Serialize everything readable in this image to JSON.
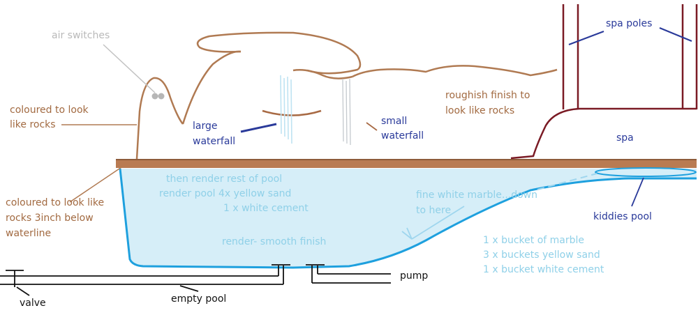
{
  "labels": {
    "air_switches": "air switches",
    "coloured_rocks_line1": "coloured to look",
    "coloured_rocks_line2": "like rocks",
    "large_waterfall_line1": "large",
    "large_waterfall_line2": "waterfall",
    "small_waterfall_line1": "small",
    "small_waterfall_line2": "waterfall",
    "roughish_line1": "roughish finish to",
    "roughish_line2": "look like rocks",
    "spa_poles": "spa poles",
    "spa": "spa",
    "render_rest": "then render rest of pool",
    "render_sand": "render pool 4x yellow sand",
    "render_cement": "1 x white cement",
    "coloured_below_line1": "coloured to look like",
    "coloured_below_line2": "rocks 3inch below",
    "coloured_below_line3": "waterline",
    "render_smooth": "render- smooth finish",
    "fine_marble_line1": "fine white marble...down",
    "fine_marble_line2": "to here",
    "kiddies_pool": "kiddies pool",
    "mix_marble": "1 x bucket of marble",
    "mix_sand": "3 x buckets yellow sand",
    "mix_cement": "1 x bucket white cement",
    "pump": "pump",
    "valve": "valve",
    "empty_pool": "empty pool"
  },
  "colors": {
    "rock_brown": "#b07a52",
    "deck_brown": "#b97b52",
    "spa_maroon": "#7a1a24",
    "water_fill": "#d6eef8",
    "pool_outline": "#1ea0de",
    "marker_blue": "#2a3a9a",
    "pipe_black": "#111111"
  }
}
